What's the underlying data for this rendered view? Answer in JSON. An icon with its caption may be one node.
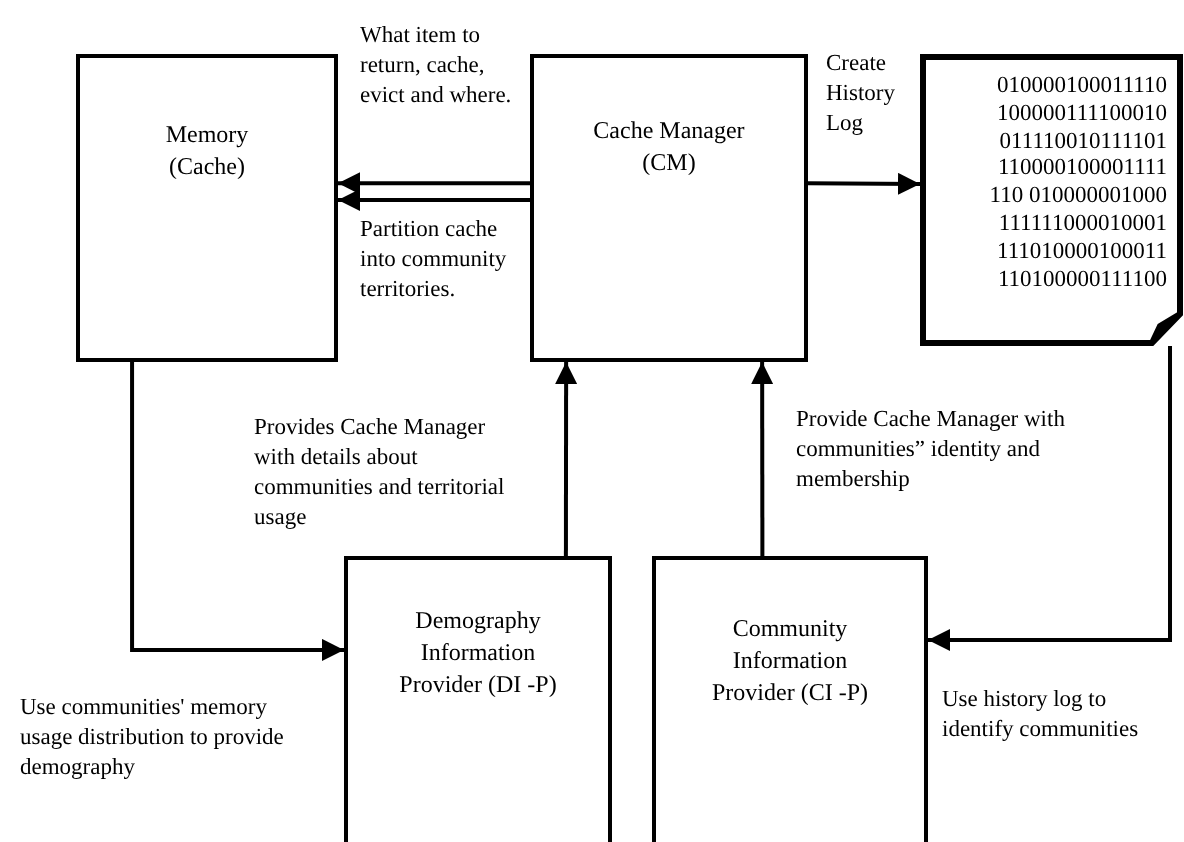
{
  "diagram": {
    "nodes": [
      {
        "text": [
          "Memory (Cache)"
        ]
      },
      {
        "text": [
          "Cache Manager (CM)"
        ]
      },
      {
        "text": [
          "010000100011110",
          "100000111100010",
          "011110010111101",
          "110000100001111",
          "110 010000001000",
          "111111000010001",
          "111010000100011",
          "110100000111100"
        ]
      },
      {
        "text": [
          "Demography Information Provider (DI -P)"
        ]
      },
      {
        "text": [
          "Community Information Provider (CI -P)"
        ]
      }
    ],
    "edges": [
      {
        "from": 1,
        "to": 0,
        "arrow": "to",
        "label": "What item to return, cache, evict and where."
      },
      {
        "from": 1,
        "to": 0,
        "arrow": "to",
        "label": "Partition cache into community territories."
      },
      {
        "from": 1,
        "to": 2,
        "arrow": "to",
        "label": "Create History Log"
      },
      {
        "from": 0,
        "to": 3,
        "arrow": "to",
        "label": "Use communities' memory usage distribution to provide demography"
      },
      {
        "from": 3,
        "to": 1,
        "arrow": "to",
        "label": "Provides Cache Manager with details about communities and territorial usage"
      },
      {
        "from": 4,
        "to": 1,
        "arrow": "to",
        "label": "Provide Cache Manager with communities” identity and membership"
      },
      {
        "from": 2,
        "to": 4,
        "arrow": "to",
        "label": "Use history log to identify communities"
      }
    ]
  }
}
